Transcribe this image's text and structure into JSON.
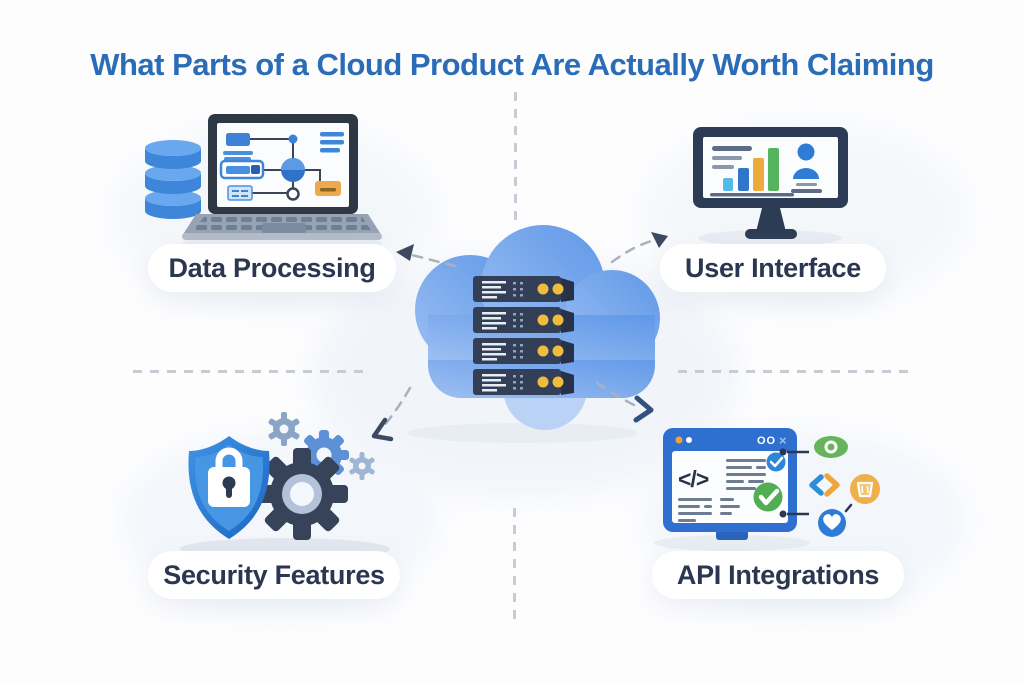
{
  "title": "What Parts of a Cloud Product Are Actually Worth Claiming",
  "quadrants": {
    "top_left": {
      "label": "Data Processing",
      "icon": "laptop-with-flowchart-and-database"
    },
    "top_right": {
      "label": "User Interface",
      "icon": "monitor-dashboard-with-avatar"
    },
    "bottom_left": {
      "label": "Security Features",
      "icon": "shield-lock-with-gears"
    },
    "bottom_right": {
      "label": "API Integrations",
      "icon": "code-window-with-integration-badges"
    }
  },
  "center": {
    "icon": "cloud-with-server-stack",
    "server_count": 4
  },
  "window": {
    "controls_text": "OO",
    "close_glyph": "×",
    "code_glyph": "</>"
  },
  "icon_names": [
    "database-icon",
    "laptop-icon",
    "flowchart-icon",
    "monitor-icon",
    "bar-chart-icon",
    "user-avatar-icon",
    "cloud-icon",
    "server-rack-icon",
    "shield-lock-icon",
    "gear-icon",
    "code-window-icon",
    "eye-badge-icon",
    "angle-brackets-icon",
    "basket-badge-icon",
    "heart-badge-icon",
    "arrow-icon"
  ],
  "colors": {
    "title_blue": "#2a6cb8",
    "label_navy": "#2b3750",
    "accent_blue": "#2e7cd6",
    "cloud_blue": "#7aa8ea",
    "server_navy": "#333e57",
    "led_yellow": "#eebc3e",
    "green": "#52ae52",
    "orange": "#f0a53c",
    "dash_gray": "#a9b1bd"
  }
}
